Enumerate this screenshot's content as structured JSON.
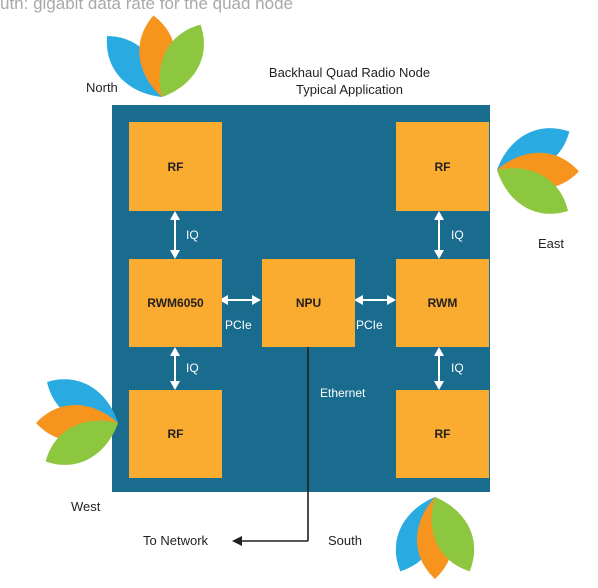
{
  "caption": "uth: gigabit data rate for the quad node",
  "title": {
    "line1": "Backhaul Quad Radio Node",
    "line2": "Typical Application"
  },
  "blocks": {
    "rf_top_left": "RF",
    "rf_top_right": "RF",
    "rf_bottom_left": "RF",
    "rf_bottom_right": "RF",
    "rwm_left": "RWM6050",
    "npu": "NPU",
    "rwm_right": "RWM"
  },
  "links": {
    "iq_top_left": "IQ",
    "iq_top_right": "IQ",
    "iq_bottom_left": "IQ",
    "iq_bottom_right": "IQ",
    "pcie_left": "PCIe",
    "pcie_right": "PCIe",
    "ethernet": "Ethernet"
  },
  "directions": {
    "north": "North",
    "east": "East",
    "west": "West",
    "south": "South"
  },
  "network_label": "To Network",
  "colors": {
    "board": "#1a6c8f",
    "block": "#f9ac2f",
    "beam_blue": "#29abe2",
    "beam_orange": "#f7941d",
    "beam_green": "#8dc63f",
    "caption": "#a7a9ac"
  }
}
